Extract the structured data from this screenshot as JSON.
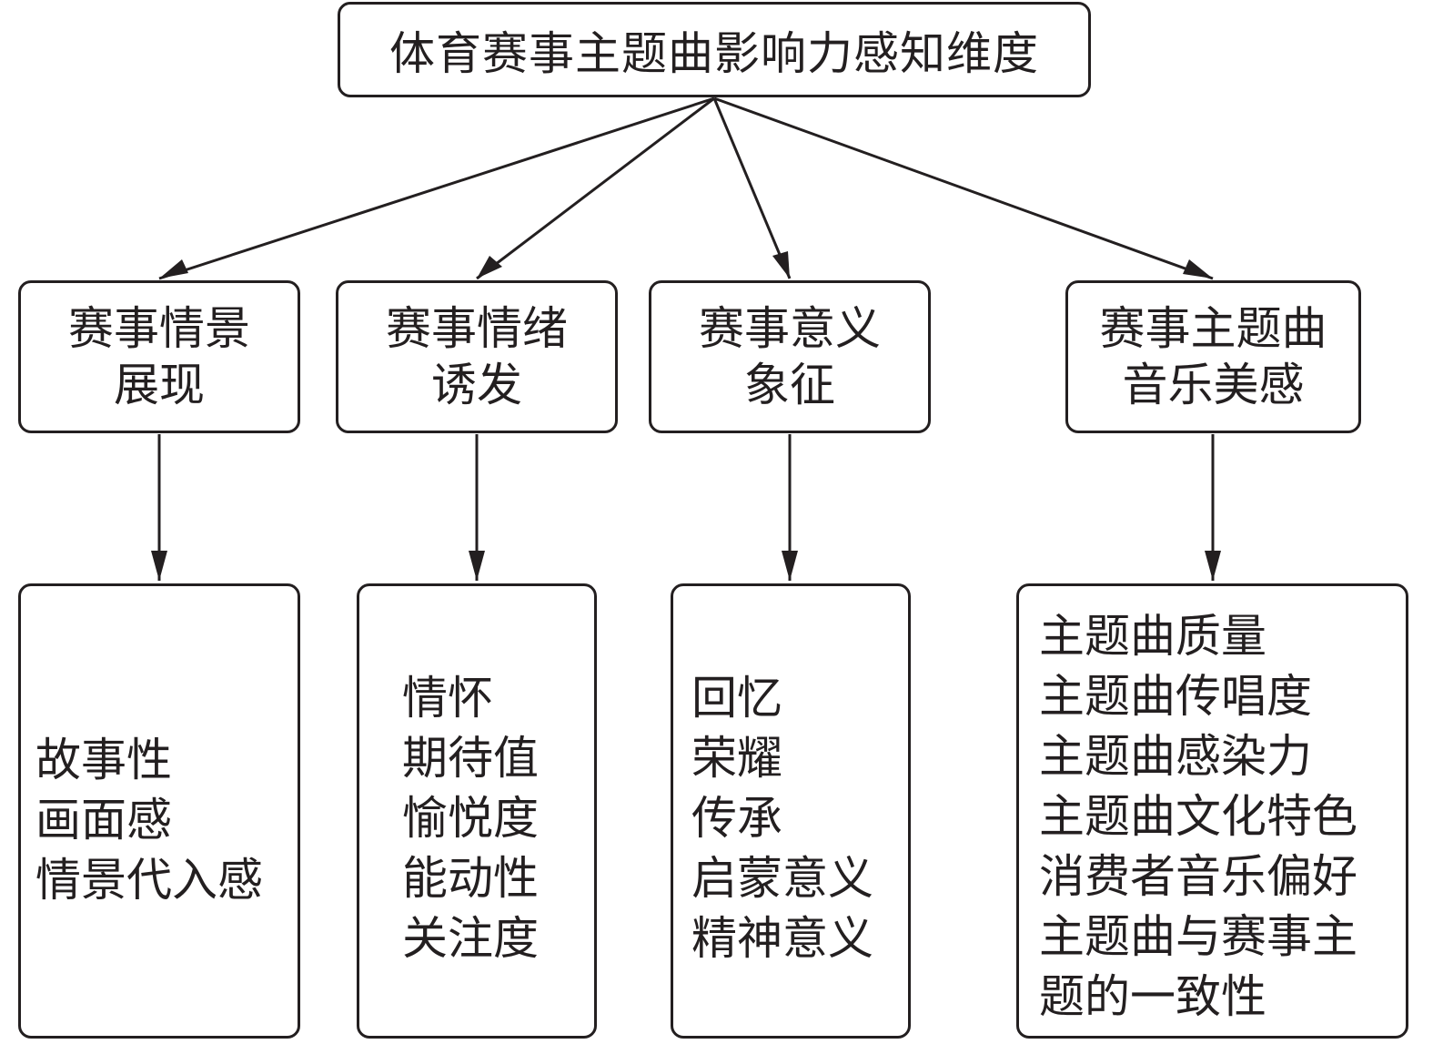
{
  "root": {
    "title": "体育赛事主题曲影响力感知维度"
  },
  "dimensions": [
    {
      "label_lines": [
        "赛事情景",
        "展现"
      ],
      "items": [
        "故事性",
        "画面感",
        "情景代入感"
      ]
    },
    {
      "label_lines": [
        "赛事情绪",
        "诱发"
      ],
      "items": [
        "情怀",
        "期待值",
        "愉悦度",
        "能动性",
        "关注度"
      ]
    },
    {
      "label_lines": [
        "赛事意义",
        "象征"
      ],
      "items": [
        "回忆",
        "荣耀",
        "传承",
        "启蒙意义",
        "精神意义"
      ]
    },
    {
      "label_lines": [
        "赛事主题曲",
        "音乐美感"
      ],
      "items": [
        "主题曲质量",
        "主题曲传唱度",
        "主题曲感染力",
        "主题曲文化特色",
        "消费者音乐偏好",
        "主题曲与赛事主",
        "题的一致性"
      ]
    }
  ]
}
